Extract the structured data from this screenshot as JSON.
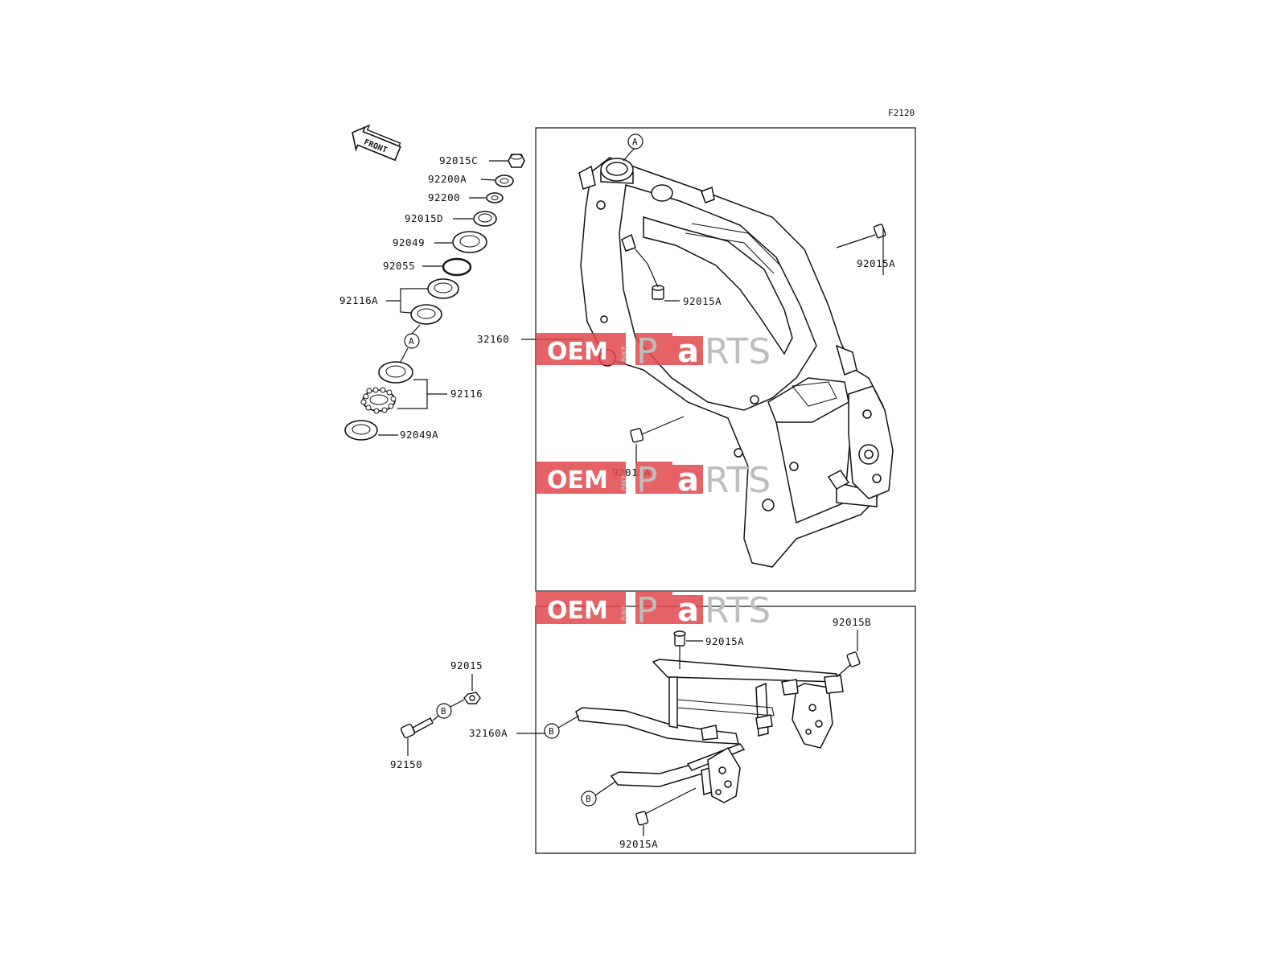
{
  "figure_code": "F2120",
  "front_label": "FRONT",
  "watermark": {
    "oem": "OEM",
    "bike": "BIKE",
    "p": "P",
    "a": "a",
    "rts": "RTS",
    "color": "#e0474c"
  },
  "refs": {
    "a": "A",
    "b": "B"
  },
  "parts": {
    "p92015c": "92015C",
    "p92200a": "92200A",
    "p92200": "92200",
    "p92015d": "92015D",
    "p92049": "92049",
    "p92055": "92055",
    "p92116a": "92116A",
    "p32160": "32160",
    "p92116": "92116",
    "p92049a": "92049A",
    "p92015a": "92015A",
    "p92015b": "92015B",
    "p92015": "92015",
    "p32160a": "32160A",
    "p92150": "92150"
  }
}
